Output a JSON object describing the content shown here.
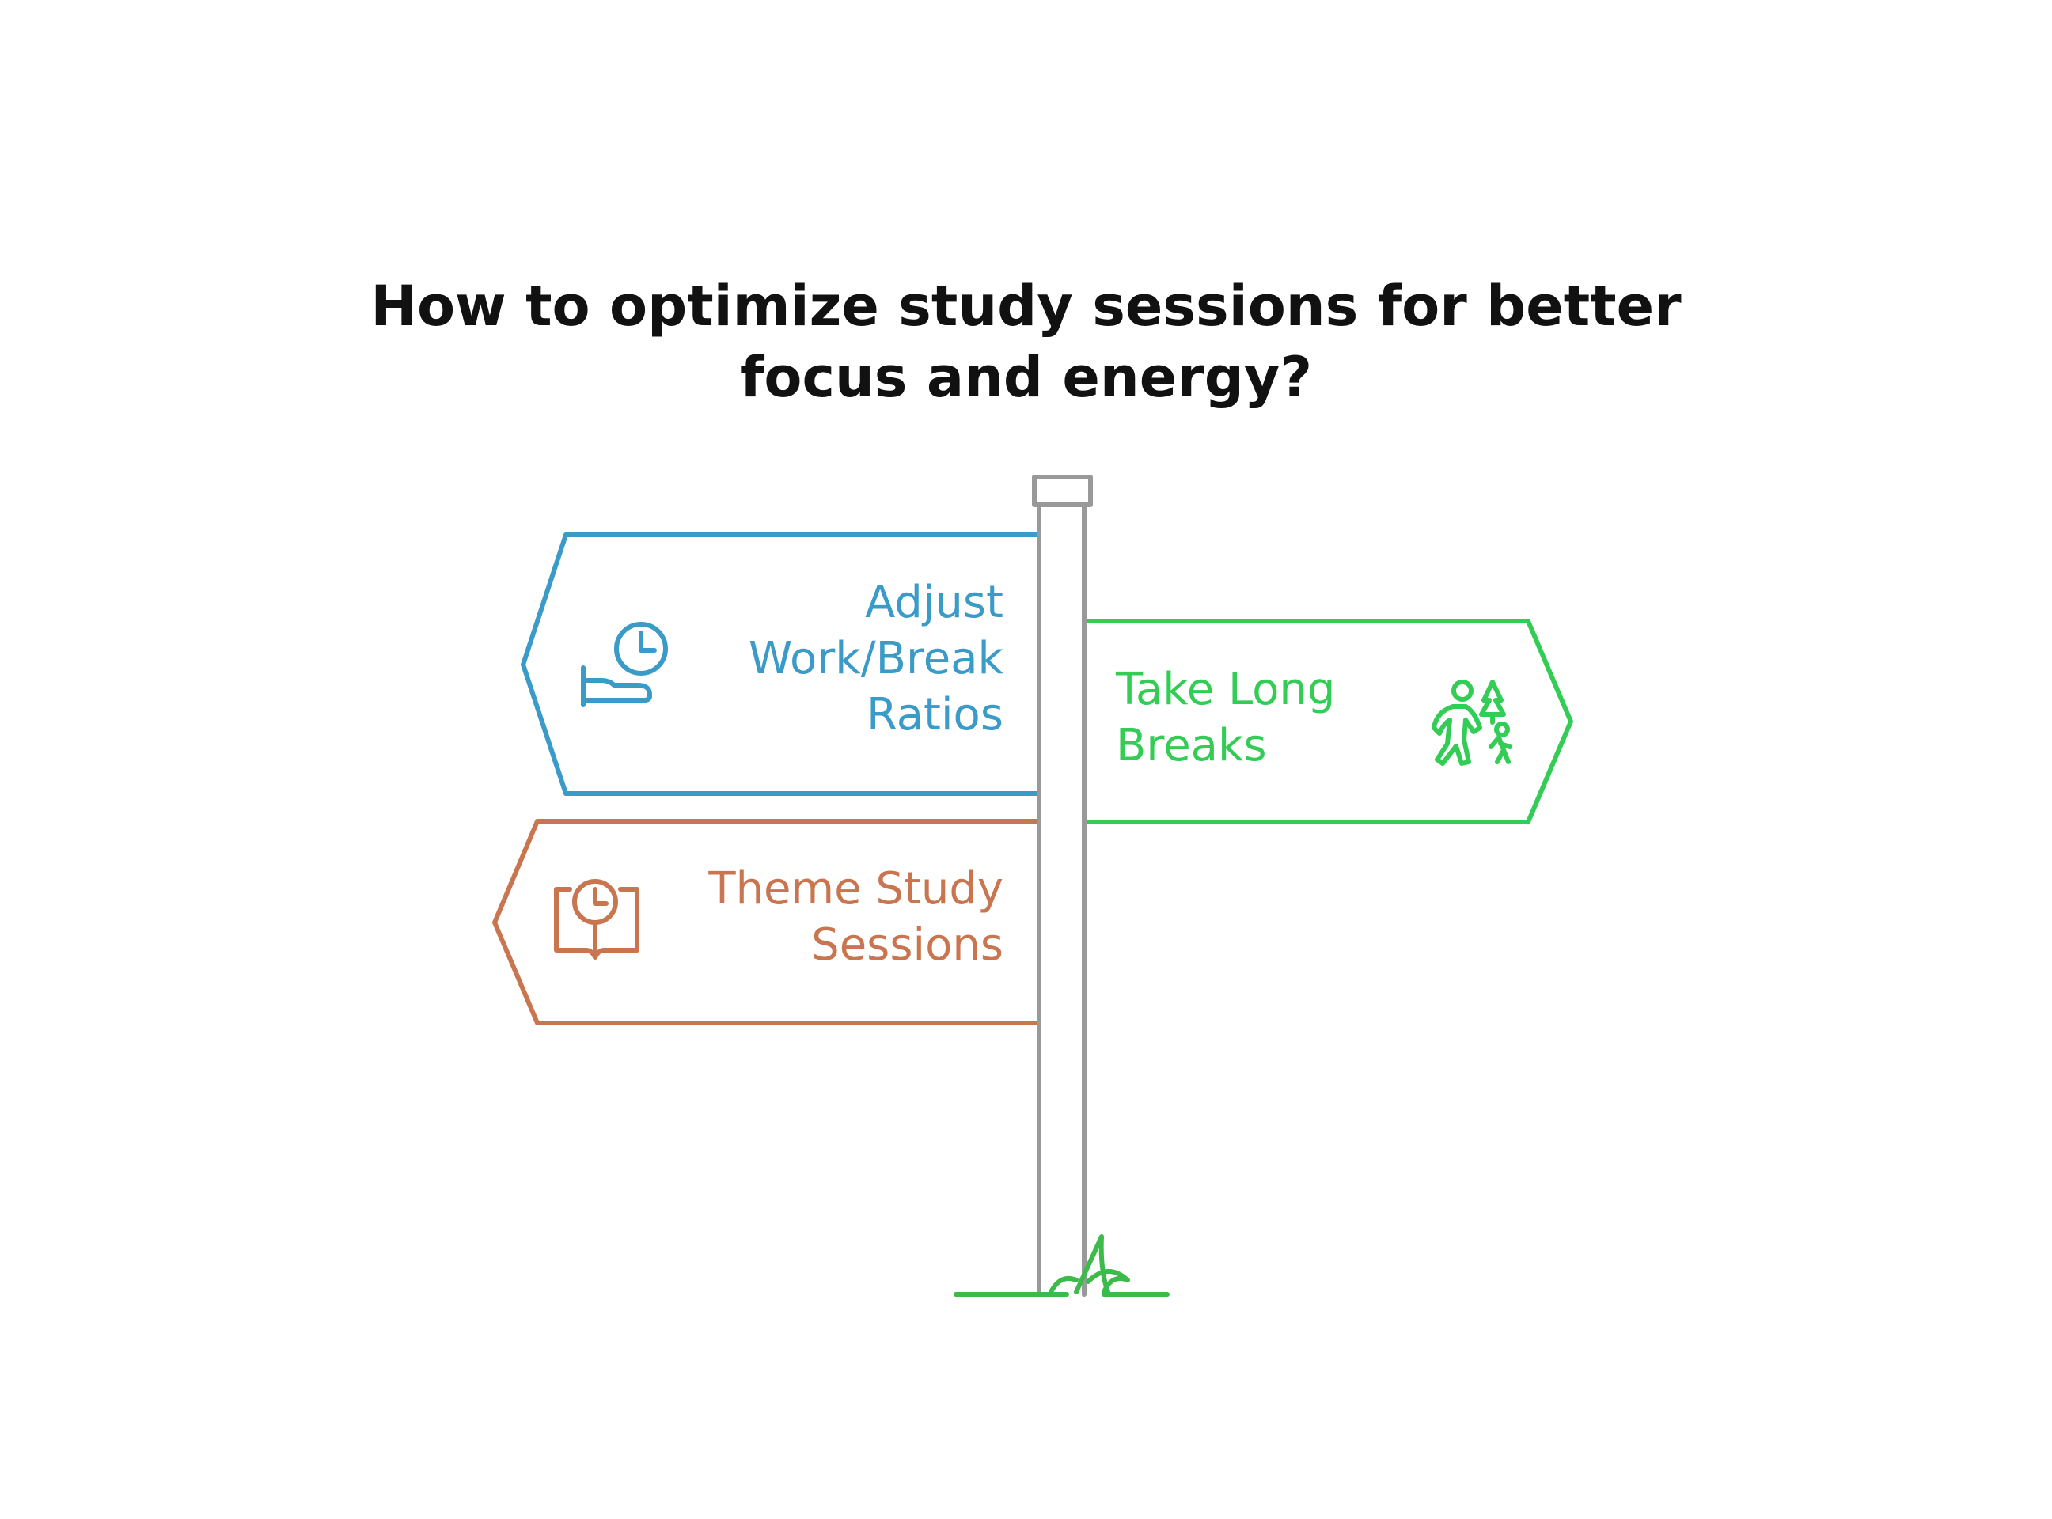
{
  "title": {
    "line1": "How to optimize study sessions for better",
    "line2": "focus and energy?"
  },
  "signs": [
    {
      "id": "adjust-work-break-ratios",
      "direction": "left",
      "lines": [
        "Adjust",
        "Work/Break",
        "Ratios"
      ],
      "color": "#3a9ac8",
      "icon": "hand-clock-icon"
    },
    {
      "id": "take-long-breaks",
      "direction": "right",
      "lines": [
        "Take Long",
        "Breaks"
      ],
      "color": "#33cc55",
      "icon": "walking-tree-icon"
    },
    {
      "id": "theme-study-sessions",
      "direction": "left",
      "lines": [
        "Theme Study",
        "Sessions"
      ],
      "color": "#c87550",
      "icon": "book-clock-icon"
    }
  ],
  "colors": {
    "post": "#999999",
    "grass": "#3dbb4a",
    "title": "#111111"
  }
}
